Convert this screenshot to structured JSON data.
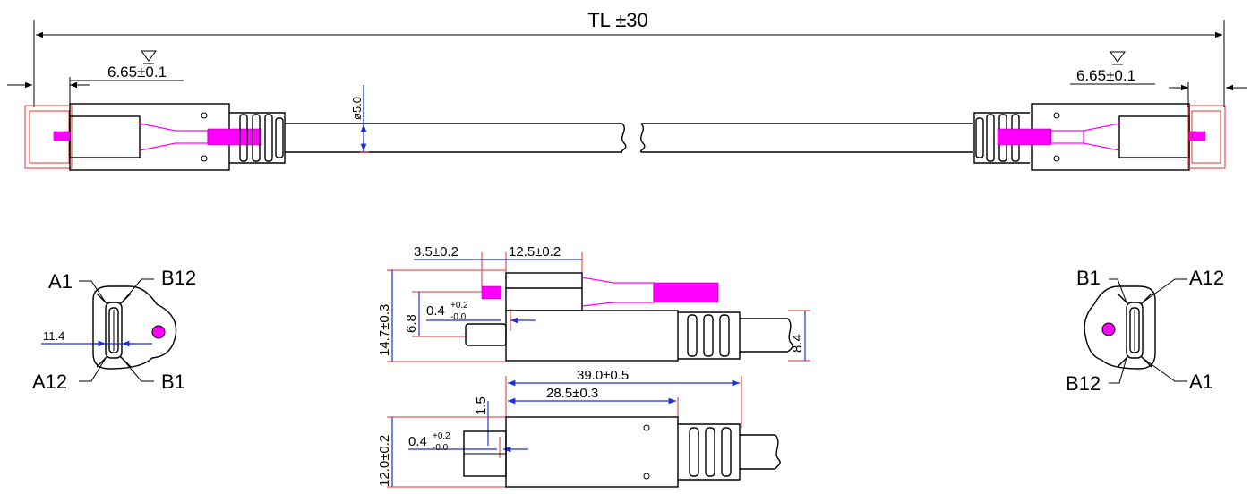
{
  "overall": {
    "total_length": "TL ±30"
  },
  "top_view": {
    "left_ref": "6.65±0.1",
    "right_ref": "6.65±0.1",
    "cable_diameter": "ø5.0"
  },
  "left_end_view": {
    "a1": "A1",
    "b12": "B12",
    "a12": "A12",
    "b1": "B1",
    "width": "11.4"
  },
  "right_end_view": {
    "b1": "B1",
    "a12": "A12",
    "b12": "B12",
    "a1": "A1"
  },
  "side_view": {
    "d_3_5": "3.5±0.2",
    "d_12_5": "12.5±0.2",
    "d_14_7": "14.7±0.3",
    "d_6_8": "6.8",
    "d_0_4_main": "0.4",
    "d_0_4_plus": "+0.2",
    "d_0_4_minus": "-0.0",
    "d_8_4": "8.4"
  },
  "bottom_view": {
    "d_39": "39.0±0.5",
    "d_28_5": "28.5±0.3",
    "d_1_5": "1.5",
    "d_0_4_main": "0.4",
    "d_0_4_plus": "+0.2",
    "d_0_4_minus": "-0.0",
    "d_12": "12.0±0.2"
  },
  "colors": {
    "outline": "#000000",
    "dimension_red": "#e23030",
    "dimension_blue": "#1e2fd6",
    "contact_magenta": "#ff00ff"
  }
}
